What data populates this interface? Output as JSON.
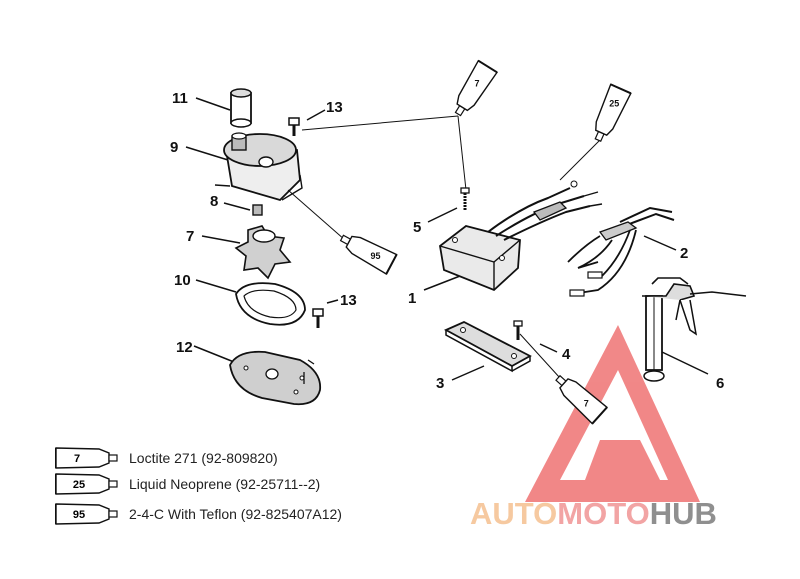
{
  "callouts": {
    "c1": "1",
    "c2": "2",
    "c3": "3",
    "c4": "4",
    "c5": "5",
    "c6": "6",
    "c7": "7",
    "c8": "8",
    "c9": "9",
    "c10": "10",
    "c11": "11",
    "c12": "12",
    "c13a": "13",
    "c13b": "13"
  },
  "tubes": {
    "t_top7": "7",
    "t_top25": "25",
    "t_mid95": "95",
    "t_low7": "7"
  },
  "legend": [
    {
      "tube": "7",
      "label": "Loctite 271 (92-809820)"
    },
    {
      "tube": "25",
      "label": "Liquid Neoprene (92-25711--2)"
    },
    {
      "tube": "95",
      "label": "2-4-C  With Teflon (92-825407A12)"
    }
  ],
  "watermark": {
    "part1": "AUTO",
    "part2": "MOTO",
    "part3": "HUB",
    "colors": {
      "auto": "#f6c9a0",
      "moto": "#f2a4a4",
      "hub": "#8f8f8f",
      "triangle": "#ee6b6b"
    }
  }
}
